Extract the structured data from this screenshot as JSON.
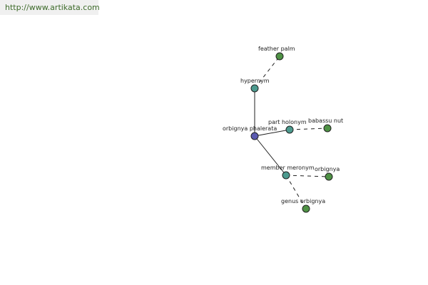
{
  "url": "http://www.artikata.com",
  "colors": {
    "center_node": "#5a5ab0",
    "relation_node": "#4c9a8e",
    "word_node": "#4f9245"
  },
  "graph": {
    "center": "orbignya phalerata",
    "relations": [
      {
        "label": "hypernym",
        "targets": [
          "feather palm"
        ]
      },
      {
        "label": "part holonym",
        "targets": [
          "babassu nut"
        ]
      },
      {
        "label": "member meronym",
        "targets": [
          "orbignya",
          "genus orbignya"
        ]
      }
    ]
  }
}
